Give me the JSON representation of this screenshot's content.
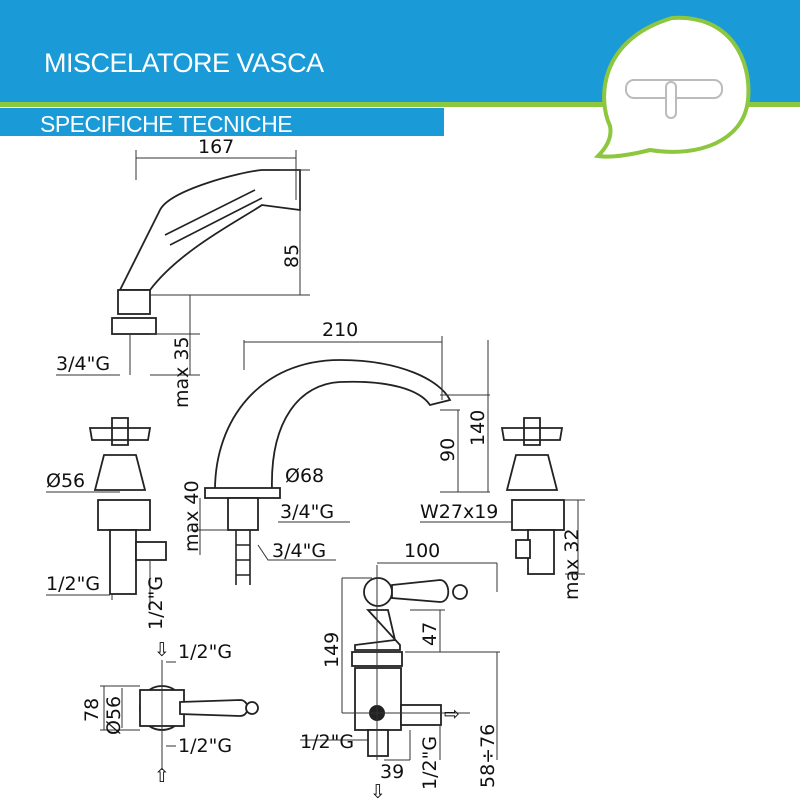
{
  "header": {
    "title": "MISCELATORE VASCA",
    "subtitle": "SPECIFICHE TECNICHE",
    "logo_icon": "faucet-speech-bubble-icon",
    "colors": {
      "blue": "#1a9bd7",
      "green": "#8dc63f"
    }
  },
  "hand_shower": {
    "width": "167",
    "height": "85",
    "max_depth": "max 35",
    "thread": "3/4\"G"
  },
  "spout": {
    "reach": "210",
    "height_total": "140",
    "height_outlet": "90",
    "base_diameter": "Ø68",
    "max_depth": "max 40",
    "thread": "3/4\"G",
    "hose_thread": "3/4\"G"
  },
  "left_valve": {
    "diameter": "Ø56",
    "thread_h": "1/2\"G",
    "thread_v": "1/2\"G"
  },
  "right_valve": {
    "thread": "W27x19",
    "max_depth": "max 32"
  },
  "diverter": {
    "lever_reach": "100",
    "height": "149",
    "upper": "47",
    "range": "58÷76",
    "offset": "39",
    "thread_h": "1/2\"G",
    "thread_v": "1/2\"G"
  },
  "top_view": {
    "height": "78",
    "diameter": "Ø56",
    "thread_top": "1/2\"G",
    "thread_bottom": "1/2\"G"
  }
}
